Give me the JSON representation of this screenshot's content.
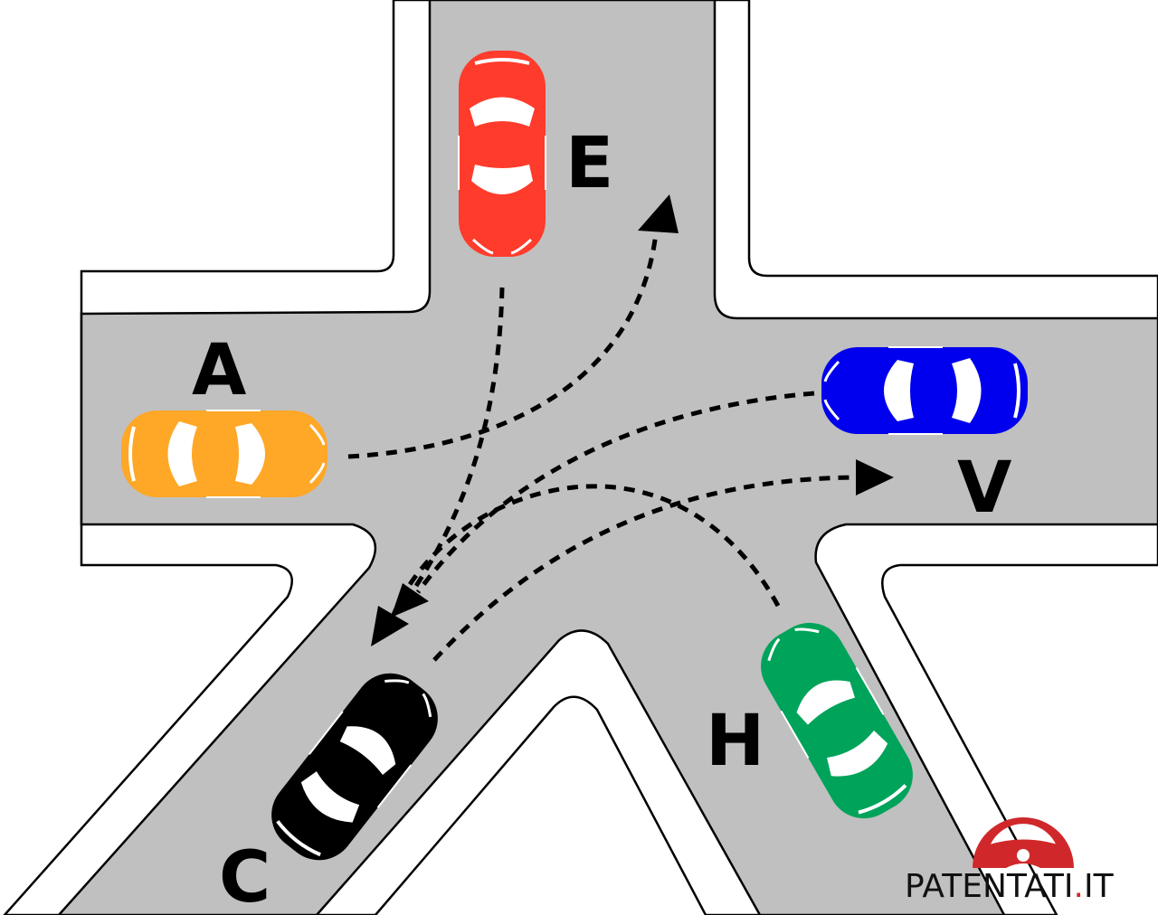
{
  "labels": {
    "E": "E",
    "A": "A",
    "V": "V",
    "H": "H",
    "C": "C"
  },
  "cars": [
    {
      "id": "E",
      "color": "#ff3b2b",
      "heading": "down"
    },
    {
      "id": "A",
      "color": "#ffa726",
      "heading": "right"
    },
    {
      "id": "V",
      "color": "#0000ee",
      "heading": "left"
    },
    {
      "id": "H",
      "color": "#00a35a",
      "heading": "up-left"
    },
    {
      "id": "C",
      "color": "#000000",
      "heading": "up-right"
    }
  ],
  "colors": {
    "road": "#c0c0c0",
    "logo_red": "#d0282a"
  },
  "logo": {
    "text_main": "PATENTATI",
    "text_dot": ".",
    "text_tld": "IT"
  }
}
